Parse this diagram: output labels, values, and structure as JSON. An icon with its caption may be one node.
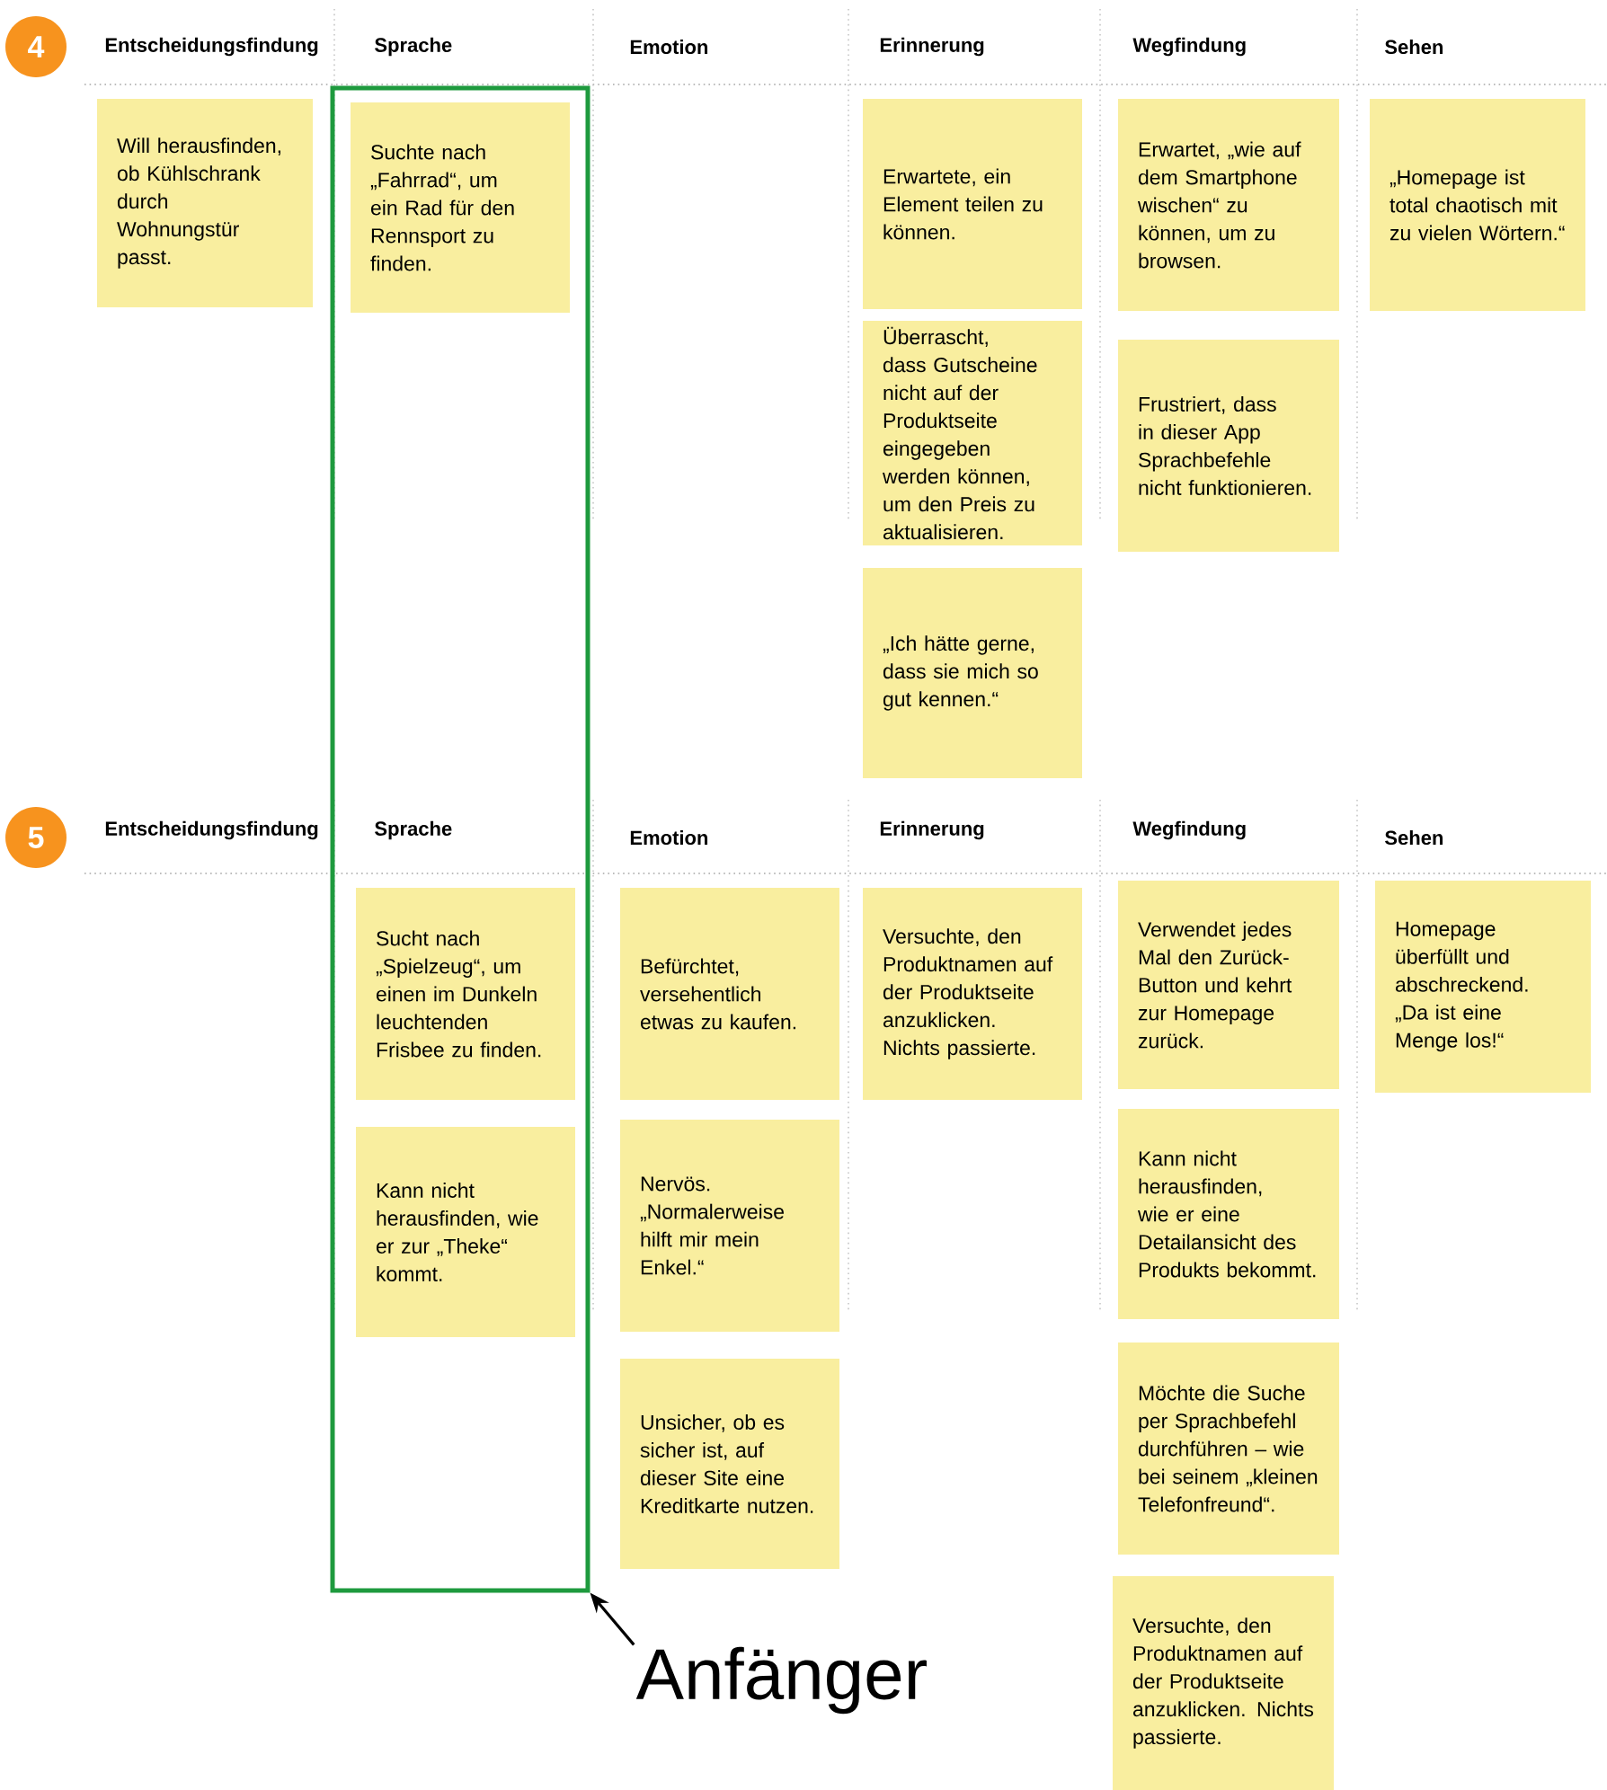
{
  "diagram": {
    "nodes": [
      {
        "text": [],
        "shape": "box"
      },
      {
        "text": [
          "4"
        ]
      },
      {
        "text": [
          "Will herausfinden, ob Kühlschrank durch Wohnungstür passt."
        ]
      },
      {
        "text": [
          "Suchte nach „Fahrrad“, um ein Rad für den Rennsport zu finden."
        ],
        "in": 0
      },
      {
        "text": [
          "Erwartete, ein Element teilen zu können."
        ]
      },
      {
        "text": [
          "Überrascht, dass Gutscheine nicht auf der Produktseite eingegeben werden können, um den Preis zu aktualisieren."
        ]
      },
      {
        "text": [
          "„Ich hätte gerne, dass sie mich so gut kennen.“"
        ]
      },
      {
        "text": [
          "Erwartet, „wie auf dem Smartphone wischen“ zu können, um zu browsen."
        ]
      },
      {
        "text": [
          "Frustriert, dass in dieser App Sprachbefehle nicht funktionieren."
        ]
      },
      {
        "text": [
          "„Homepage ist total chaotisch mit zu vielen Wörtern.“"
        ]
      },
      {
        "text": [
          "5"
        ]
      },
      {
        "text": [
          "Sucht nach „Spielzeug“, um einen im Dunkeln leuchtenden Frisbee zu finden."
        ],
        "in": 0
      },
      {
        "text": [
          "Kann nicht herausfinden, wie er zur „Theke“ kommt."
        ],
        "in": 0
      },
      {
        "text": [
          "Befürchtet, versehentlich etwas zu kaufen."
        ]
      },
      {
        "text": [
          "Nervös. „Normalerweise hilft mir mein Enkel.“"
        ]
      },
      {
        "text": [
          "Unsicher, ob es sicher ist, auf dieser Site eine Kreditkarte nutzen."
        ]
      },
      {
        "text": [
          "Versuchte, den Produktnamen auf der Produktseite anzuklicken. Nichts passierte."
        ]
      },
      {
        "text": [
          "Verwendet jedes Mal den Zurück-Button und kehrt zur Homepage zurück."
        ]
      },
      {
        "text": [
          "Kann nicht herausfinden, wie er eine Detailansicht des Produkts bekommt."
        ]
      },
      {
        "text": [
          "Möchte die Suche per Sprachbefehl durchführen – wie bei seinem „kleinen Telefonfreund“."
        ]
      },
      {
        "text": [
          "Versuchte, den Produktnamen auf der Produktseite anzuklicken. Nichts passierte."
        ]
      },
      {
        "text": [
          "Homepage überfüllt und abschreckend. „Da ist eine Menge los!“"
        ]
      },
      {
        "text": [
          "Anfänger"
        ]
      }
    ],
    "edges": [
      {
        "from": 22,
        "to": 0,
        "arrow": "to"
      }
    ],
    "labels": [
      "Entscheidungsfindung",
      "Sprache",
      "Emotion",
      "Erinnerung",
      "Wegfindung",
      "Sehen",
      "Entscheidungsfindung",
      "Sprache",
      "Emotion",
      "Erinnerung",
      "Wegfindung",
      "Sehen"
    ]
  }
}
